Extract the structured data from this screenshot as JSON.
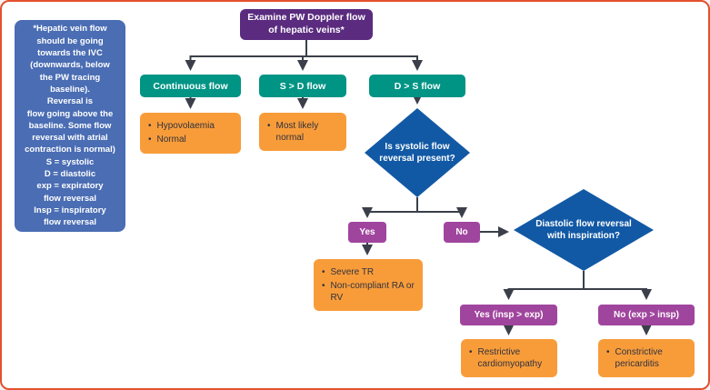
{
  "colors": {
    "border": "#E4502E",
    "note_bg": "#4A6DB4",
    "root_bg": "#5A2B7F",
    "branch_bg": "#009485",
    "outcome_bg": "#F89C3A",
    "decision_bg": "#1259A5",
    "answer_bg": "#A0459E",
    "connector": "#3A3F49"
  },
  "note": {
    "text": "*Hepatic vein flow\nshould be going\ntowards the IVC\n(downwards, below\nthe PW tracing\nbaseline).\nReversal is\nflow going above the\nbaseline. Some flow\nreversal with atrial\ncontraction is normal)\nS = systolic\nD = diastolic\nexp = expiratory\nflow reversal\nInsp = inspiratory\nflow reversal"
  },
  "root": {
    "label": "Examine PW Doppler flow\nof hepatic veins*"
  },
  "branches": [
    {
      "label": "Continuous flow"
    },
    {
      "label": "S > D flow"
    },
    {
      "label": "D > S flow"
    }
  ],
  "outcomes": {
    "continuous": {
      "items": [
        "Hypovolaemia",
        "Normal"
      ]
    },
    "s_gt_d": {
      "items": [
        "Most likely normal"
      ]
    },
    "systolic_yes": {
      "items": [
        "Severe TR",
        "Non-compliant RA or RV"
      ]
    },
    "inspiration_yes": {
      "items": [
        "Restrictive cardiomyopathy"
      ]
    },
    "inspiration_no": {
      "items": [
        "Constrictive pericarditis"
      ]
    }
  },
  "decisions": [
    {
      "question": "Is systolic flow\nreversal present?",
      "answers": [
        {
          "label": "Yes"
        },
        {
          "label": "No"
        }
      ]
    },
    {
      "question": "Diastolic flow reversal\nwith inspiration?",
      "answers": [
        {
          "label": "Yes (insp > exp)"
        },
        {
          "label": "No (exp > insp)"
        }
      ]
    }
  ],
  "bullet": "•"
}
